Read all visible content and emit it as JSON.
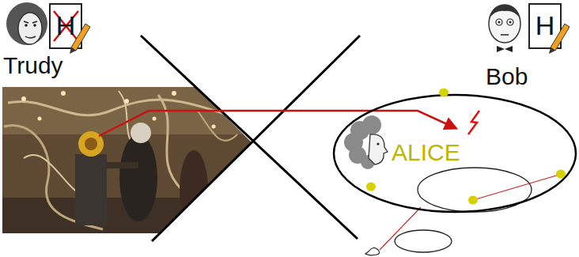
{
  "diagram": {
    "nodes": [
      {
        "text": [
          "H"
        ]
      },
      {
        "text": [
          "H"
        ]
      },
      {
        "text": [
          "ALICE"
        ]
      }
    ],
    "labels": [
      "Trudy",
      "Bob"
    ]
  }
}
